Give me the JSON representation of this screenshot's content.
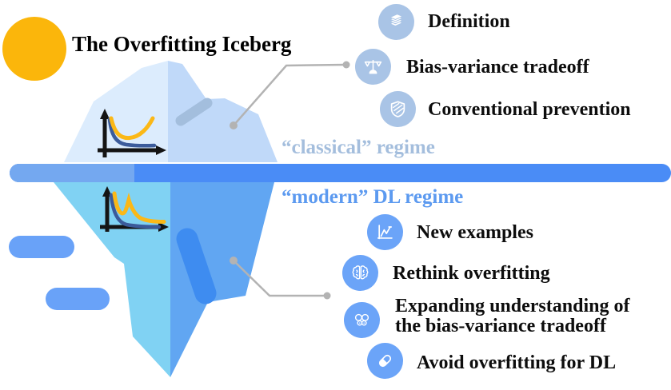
{
  "title": "The Overfitting Iceberg",
  "regimes": {
    "classical": {
      "label": "“classical” regime",
      "color": "#A4BEDD"
    },
    "modern": {
      "label": "“modern” DL regime",
      "color": "#5C9AF0"
    }
  },
  "classical_topics": [
    {
      "label": "Definition",
      "icon": "books-icon"
    },
    {
      "label": "Bias-variance tradeoff",
      "icon": "balance-scale-icon"
    },
    {
      "label": "Conventional prevention",
      "icon": "shield-icon"
    }
  ],
  "modern_topics": [
    {
      "label": "New examples",
      "icon": "line-chart-icon"
    },
    {
      "label": "Rethink overfitting",
      "icon": "brain-icon"
    },
    {
      "label_line1": "Expanding understanding of",
      "label_line2": "the bias-variance tradeoff",
      "icon": "butterfly-icon"
    },
    {
      "label": "Avoid overfitting for DL",
      "icon": "pill-icon"
    }
  ],
  "scene": {
    "sun_color": "#FBB60B",
    "water_bar_color": "#4A8CF6",
    "water_bar_left_color": "#74A8F0",
    "iceberg_above_left": "#DCECFD",
    "iceberg_above_right": "#C0D9F9",
    "iceberg_above_streak": "#A3BEDD",
    "iceberg_below_left": "#80D2F3",
    "iceberg_below_right": "#61A6F2",
    "iceberg_below_streak": "#3E8CF0",
    "train_curve_color": "#3B5B9B",
    "test_curve_color": "#FBB817",
    "connector_color": "#B3B3B3",
    "classical_icon_circle": "#A9C4E6",
    "modern_icon_circle": "#6BA4F8"
  }
}
